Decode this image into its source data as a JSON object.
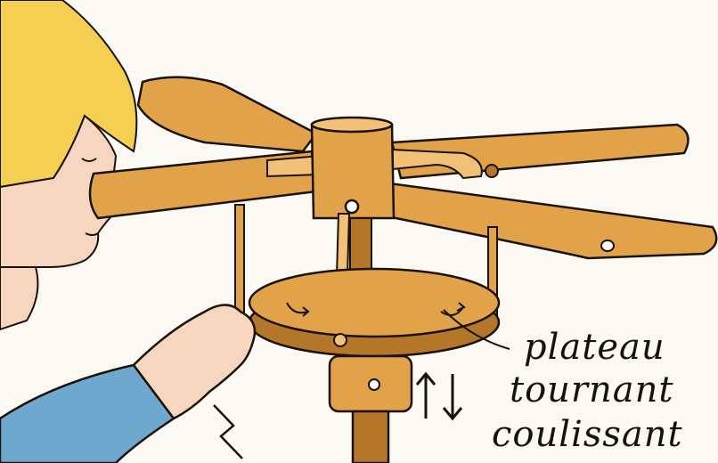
{
  "illustration": {
    "subject": "rotor-model",
    "colors": {
      "wood": "#e2a24a",
      "wood_dark": "#b47628",
      "wood_light": "#f2c076",
      "hair": "#f4cf52",
      "skin": "#f6d6bf",
      "sleeve": "#6fa8cf",
      "ink": "#1a1208",
      "background": "#fbf9f4"
    }
  },
  "caption": {
    "line1": "plateau",
    "line2": "tournant",
    "line3": "coulissant"
  },
  "icons": {
    "vertical_arrows": "up-down-arrows-icon",
    "rotation_marks": "rotation-arrow-icon",
    "lightning": "lightning-icon"
  }
}
